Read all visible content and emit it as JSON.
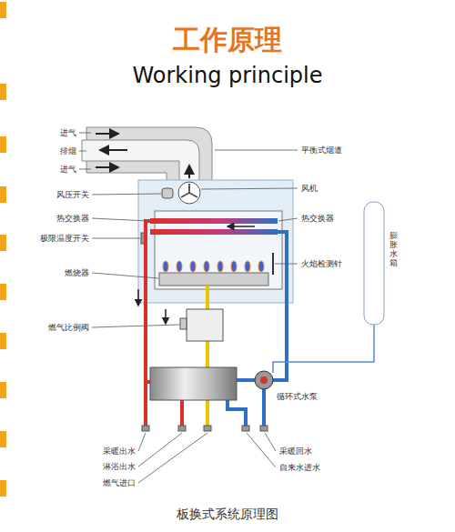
{
  "diagram": {
    "title": "工作原理",
    "caption": "板换式系统原理图",
    "labels": [
      "进气",
      "排烟",
      "进气",
      "平衡式烟道",
      "风压开关",
      "风机",
      "热交换器",
      "热交换器",
      "极限温度开关",
      "火焰检测针",
      "燃烧器",
      "膨胀水箱",
      "燃气比例阀",
      "循环式水泵",
      "采暖出水",
      "淋浴出水",
      "燃气进口",
      "采暖回水",
      "自来水进水",
      "Working principle"
    ]
  }
}
